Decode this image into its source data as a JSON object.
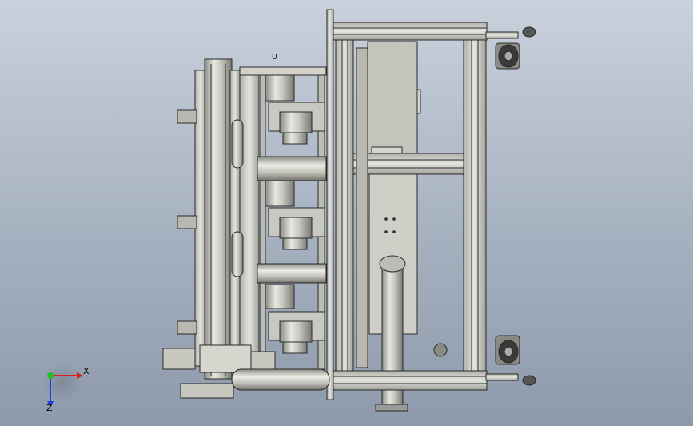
{
  "viewport": {
    "background_top": "#c9d1dc",
    "background_bottom": "#8e9aab"
  },
  "model": {
    "part_label": "U",
    "metal_color": "#c8c8c0",
    "frame_color": "#d9d9d4",
    "edge_color": "#2a2a2a"
  },
  "triad": {
    "x_label": "X",
    "z_label": "Z",
    "x_color": "#e02020",
    "z_color": "#2040e0",
    "y_color": "#20c020"
  }
}
